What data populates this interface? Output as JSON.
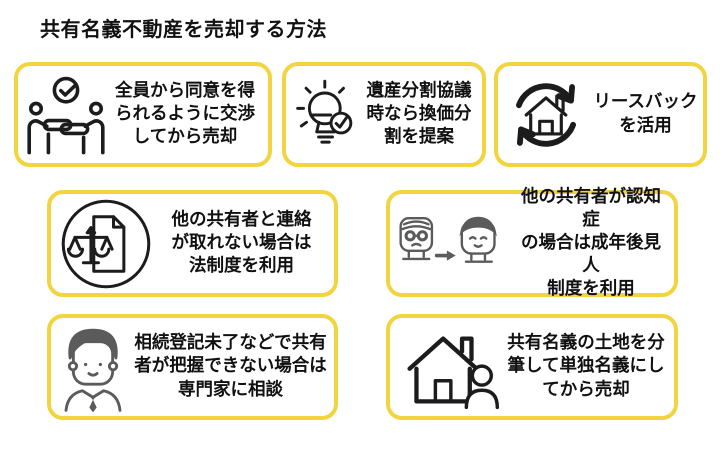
{
  "page": {
    "title": "共有名義不動産を売却する方法"
  },
  "colors": {
    "card_border": "#F1D43F",
    "text": "#111111",
    "icon_dark": "#1C1C1C",
    "icon_gray": "#5B5B5B",
    "background": "#FFFFFF"
  },
  "cards": [
    {
      "icon": "handshake-check-icon",
      "text": "全員から同意を得\nられるように交渉\nしてから売却"
    },
    {
      "icon": "lightbulb-check-icon",
      "text": "遺産分割協議\n時なら換価分\n割を提案"
    },
    {
      "icon": "house-refresh-icon",
      "text": "リースバック\nを活用"
    },
    {
      "icon": "scales-document-icon",
      "text": "他の共有者と連絡\nが取れない場合は\n法制度を利用"
    },
    {
      "icon": "elderly-to-young-icon",
      "text": "他の共有者が認知症\nの場合は成年後見人\n制度を利用"
    },
    {
      "icon": "businessman-icon",
      "text": "相続登記未了などで共有\n者が把握できない場合は\n専門家に相談"
    },
    {
      "icon": "house-person-icon",
      "text": "共有名義の土地を分\n筆して単独名義にし\nてから売却"
    }
  ]
}
